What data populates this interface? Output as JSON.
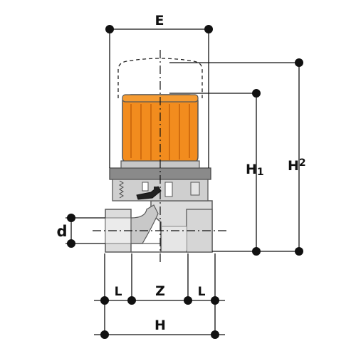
{
  "labels": {
    "E": "E",
    "H1_main": "H",
    "H1_sub": "1",
    "H2_main": "H",
    "H2_sub": "2",
    "d": "d",
    "L_left": "L",
    "Z": "Z",
    "L_right": "L",
    "H": "H"
  },
  "colors": {
    "handle": "#f28c1e",
    "handle_dark": "#d9730a",
    "body_fill": "#dcdcdc",
    "body_stroke": "#5a5a5a",
    "bonnet": "#8a8a8a",
    "dim_line": "#111111",
    "background": "#ffffff"
  }
}
